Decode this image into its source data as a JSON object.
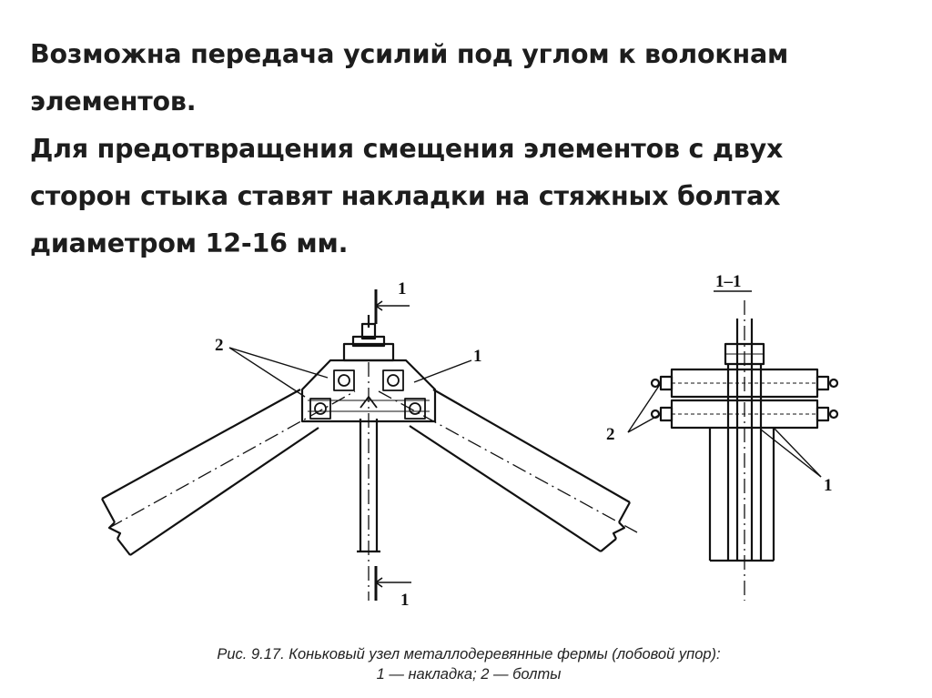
{
  "slide": {
    "lines": [
      "Возможна передача усилий под углом к волокнам",
      "элементов.",
      "Для предотвращения смещения элементов с двух",
      "сторон стыка ставят накладки на стяжных болтах",
      "диаметром 12-16 мм."
    ]
  },
  "figure": {
    "section_marks": [
      "1",
      "1"
    ],
    "callouts": [
      "2",
      "1"
    ],
    "section_title": "1–1",
    "section_callouts": [
      "2",
      "1"
    ],
    "caption": [
      "Рис. 9.17. Коньковый узел металлодеревянные фермы (лобовой упор):",
      "1 — накладка; 2 — болты"
    ]
  }
}
